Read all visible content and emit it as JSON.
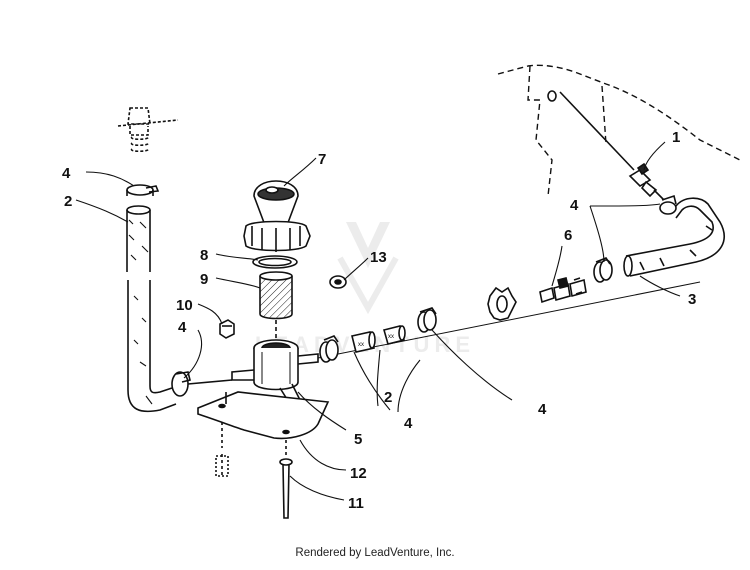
{
  "diagram": {
    "callouts": [
      {
        "id": "c1",
        "text": "1"
      },
      {
        "id": "c2a",
        "text": "2"
      },
      {
        "id": "c2b",
        "text": "2"
      },
      {
        "id": "c3",
        "text": "3"
      },
      {
        "id": "c4a",
        "text": "4"
      },
      {
        "id": "c4b",
        "text": "4"
      },
      {
        "id": "c4c",
        "text": "4"
      },
      {
        "id": "c4d",
        "text": "4"
      },
      {
        "id": "c4e",
        "text": "4"
      },
      {
        "id": "c5",
        "text": "5"
      },
      {
        "id": "c6",
        "text": "6"
      },
      {
        "id": "c7",
        "text": "7"
      },
      {
        "id": "c8",
        "text": "8"
      },
      {
        "id": "c9",
        "text": "9"
      },
      {
        "id": "c10",
        "text": "10"
      },
      {
        "id": "c11",
        "text": "11"
      },
      {
        "id": "c12",
        "text": "12"
      },
      {
        "id": "c13",
        "text": "13"
      }
    ]
  },
  "watermark": "LEADVENTURE",
  "footer": "Rendered by LeadVenture, Inc."
}
